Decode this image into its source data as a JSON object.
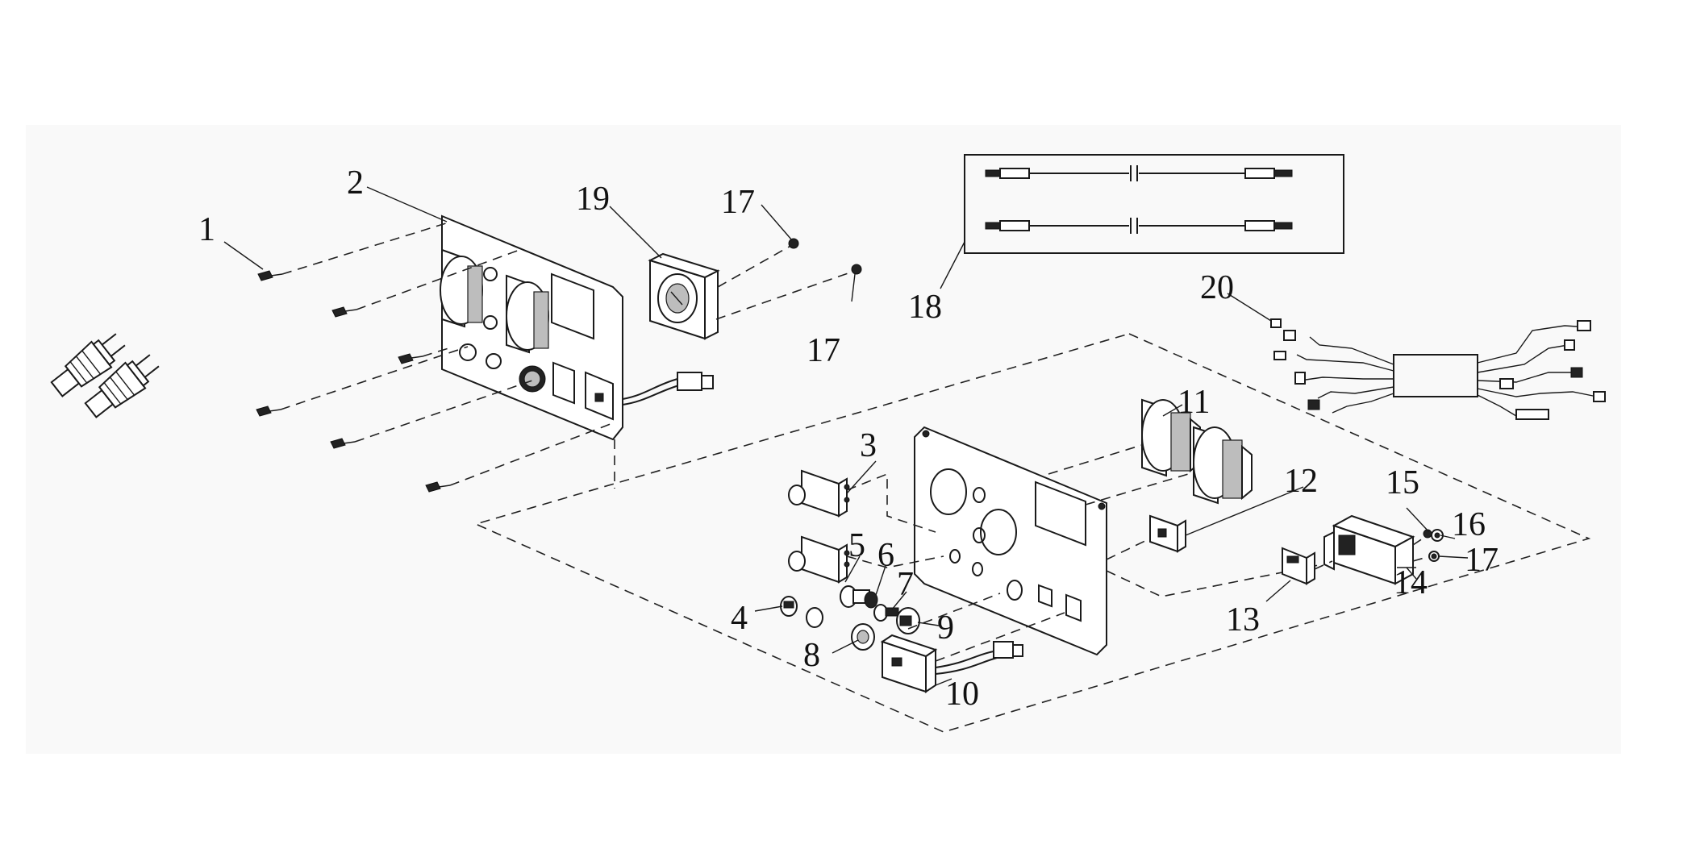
{
  "diagram": {
    "callouts": [
      {
        "id": "c1",
        "label": "1"
      },
      {
        "id": "c2",
        "label": "2"
      },
      {
        "id": "c3",
        "label": "3"
      },
      {
        "id": "c4",
        "label": "4"
      },
      {
        "id": "c5",
        "label": "5"
      },
      {
        "id": "c6",
        "label": "6"
      },
      {
        "id": "c7",
        "label": "7"
      },
      {
        "id": "c8",
        "label": "8"
      },
      {
        "id": "c9",
        "label": "9"
      },
      {
        "id": "c10",
        "label": "10"
      },
      {
        "id": "c11",
        "label": "11"
      },
      {
        "id": "c12",
        "label": "12"
      },
      {
        "id": "c13",
        "label": "13"
      },
      {
        "id": "c14",
        "label": "14"
      },
      {
        "id": "c15",
        "label": "15"
      },
      {
        "id": "c16",
        "label": "16"
      },
      {
        "id": "c17a",
        "label": "17"
      },
      {
        "id": "c17b",
        "label": "17"
      },
      {
        "id": "c17c",
        "label": "17"
      },
      {
        "id": "c18",
        "label": "18"
      },
      {
        "id": "c19",
        "label": "19"
      },
      {
        "id": "c20",
        "label": "20"
      }
    ]
  }
}
